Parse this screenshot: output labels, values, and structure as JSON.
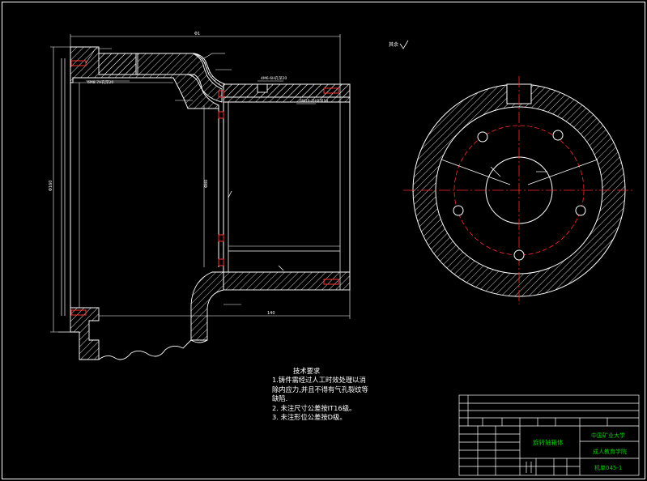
{
  "drawing": {
    "roughness_note": "其余",
    "labels": {
      "hole_top": "6M8-7H孔深20",
      "hole_mid": "4M6-6H孔深20",
      "hole_right": "6M10-7H孔深18",
      "dim_phi": "Φ160",
      "dim_top": "Φ1",
      "dim_right": "Φ80",
      "dim_bottom": "140"
    }
  },
  "tech_requirements": {
    "title": "技术要求",
    "lines": [
      "1.铸件需经过人工时效处理以消",
      "除内应力,并且不得有气孔裂纹等",
      "缺陷.",
      "2. 未注尺寸公差按IT16级。",
      "3. 未注形位公差按D级。"
    ]
  },
  "title_block": {
    "part_name": "旋转轴箱体",
    "school": "中国矿业大学",
    "college": "成人教育学院",
    "drawing_no": "机单045-1"
  },
  "colors": {
    "outline": "#ffffff",
    "center_line": "#ff2a2a",
    "dimension": "#ffffff",
    "hatch": "#ffffff",
    "highlight": "#ff3030",
    "title_text": "#00d000"
  }
}
